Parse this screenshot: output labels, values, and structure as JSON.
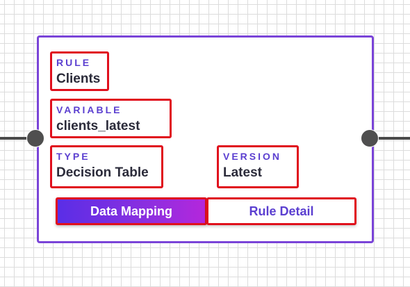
{
  "node": {
    "fields": {
      "rule": {
        "label": "RULE",
        "value": "Clients"
      },
      "variable": {
        "label": "VARIABLE",
        "value": "clients_latest"
      },
      "type": {
        "label": "TYPE",
        "value": "Decision Table"
      },
      "version": {
        "label": "VERSION",
        "value": "Latest"
      }
    },
    "buttons": {
      "data_mapping": "Data Mapping",
      "rule_detail": "Rule Detail"
    }
  },
  "colors": {
    "node_border": "#7a44d8",
    "highlight_border": "#e0101d",
    "label_text": "#5b3fd0",
    "value_text": "#2b2b3a",
    "primary_gradient_start": "#5a2ee6",
    "primary_gradient_end": "#b427dc",
    "handle": "#4f4f4f"
  }
}
